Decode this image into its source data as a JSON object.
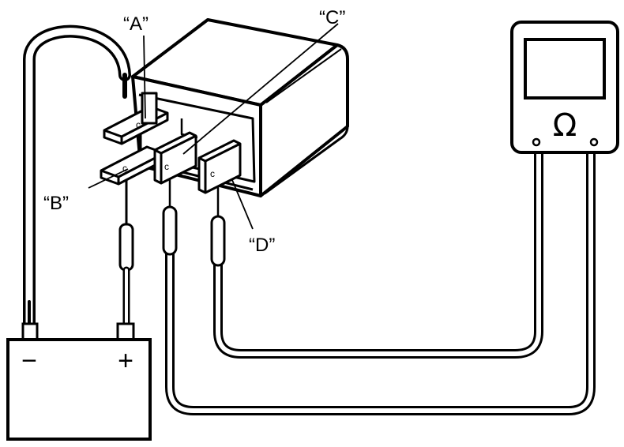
{
  "labels": {
    "a": "“A”",
    "b": "“B”",
    "c": "“C”",
    "d": "“D”"
  },
  "battery": {
    "negative": "−",
    "positive": "+"
  },
  "meter": {
    "symbol": "Ω"
  },
  "terminals": {
    "mark": "c"
  },
  "icons": [
    "relay",
    "battery",
    "ohmmeter",
    "probe"
  ]
}
